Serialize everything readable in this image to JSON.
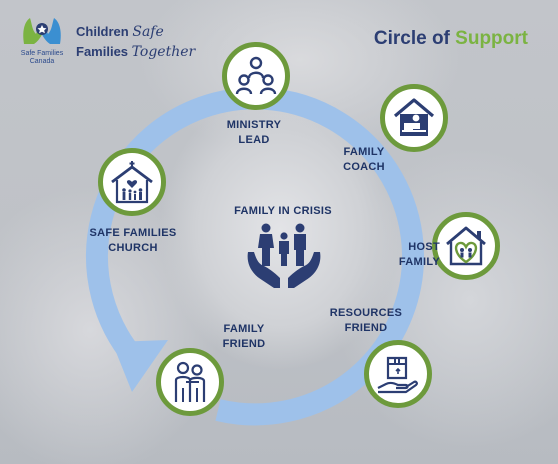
{
  "header": {
    "logo_org": "Safe Families\nCanada",
    "logo_word1": "Children",
    "logo_word2": "Safe",
    "logo_word3": "Families",
    "logo_word4": "Together",
    "title_main": "Circle of",
    "title_accent": "Support"
  },
  "center": {
    "label": "FAMILY IN CRISIS"
  },
  "nodes": {
    "ministry_lead": "MINISTRY\nLEAD",
    "family_coach": "FAMILY\nCOACH",
    "host_family": "HOST\nFAMILY",
    "resources_friend": "RESOURCES\nFRIEND",
    "family_friend": "FAMILY\nFRIEND",
    "safe_families_church": "SAFE FAMILIES\nCHURCH"
  },
  "colors": {
    "navy": "#2c3e73",
    "green": "#7bb342",
    "ring": "#9ec1ea",
    "node_border": "#6d9a3c"
  }
}
